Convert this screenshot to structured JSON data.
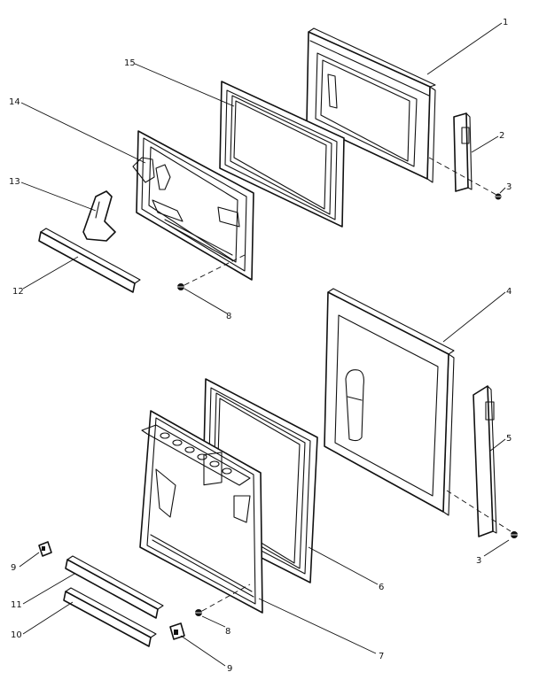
{
  "labels": {
    "p1": "1",
    "p2": "2",
    "p3a": "3",
    "p3b": "3",
    "p4": "4",
    "p5": "5",
    "p6": "6",
    "p7": "7",
    "p8a": "8",
    "p8b": "8",
    "p9a": "9",
    "p9b": "9",
    "p10": "10",
    "p11": "11",
    "p12": "12",
    "p13": "13",
    "p14": "14",
    "p15": "15"
  }
}
